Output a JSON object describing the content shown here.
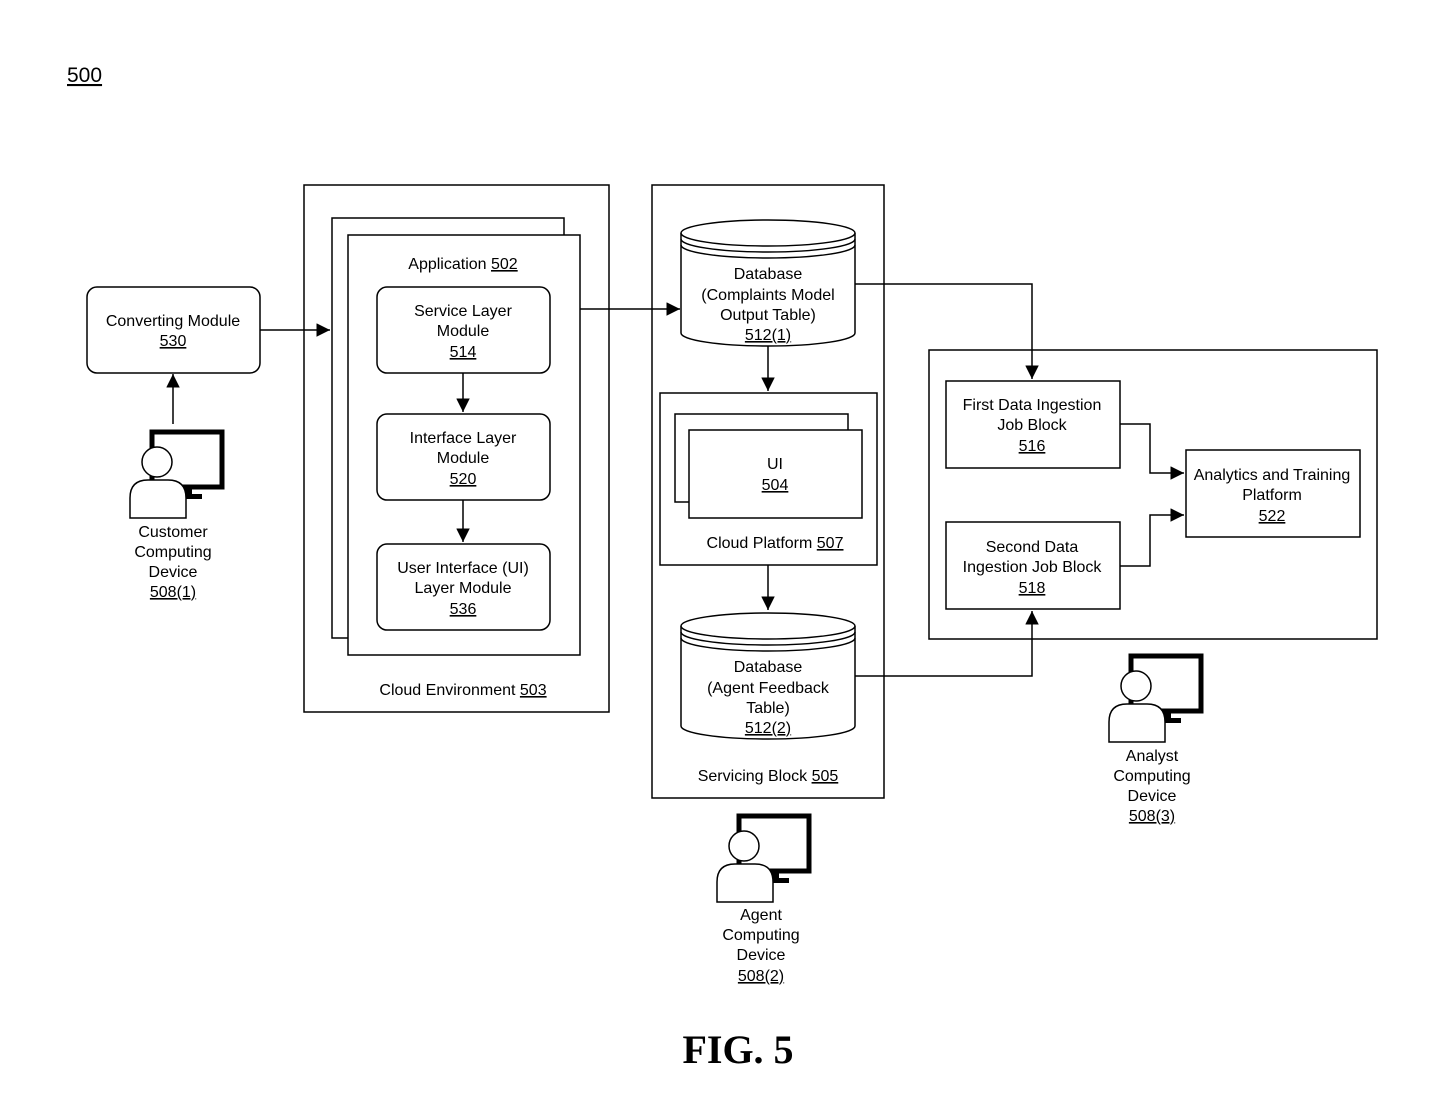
{
  "figure_ref": "500",
  "figure_caption": "FIG. 5",
  "converting_module": {
    "name": "Converting Module",
    "ref": "530"
  },
  "cloud_environment": {
    "name": "Cloud Environment ",
    "ref": "503"
  },
  "application": {
    "name": "Application ",
    "ref": "502"
  },
  "service_layer": {
    "line1": "Service Layer",
    "line2": "Module",
    "ref": "514"
  },
  "interface_layer": {
    "line1": "Interface Layer",
    "line2": "Module",
    "ref": "520"
  },
  "ui_layer": {
    "line1": "User Interface (UI)",
    "line2": "Layer Module",
    "ref": "536"
  },
  "servicing_block": {
    "name": "Servicing Block ",
    "ref": "505"
  },
  "db_complaints": {
    "line1": "Database",
    "line2": "(Complaints Model",
    "line3": "Output Table)",
    "ref": "512(1)"
  },
  "cloud_platform": {
    "name": "Cloud Platform ",
    "ref": "507"
  },
  "ui": {
    "name": "UI",
    "ref": "504"
  },
  "db_feedback": {
    "line1": "Database",
    "line2": "(Agent Feedback",
    "line3": "Table)",
    "ref": "512(2)"
  },
  "first_ingestion": {
    "line1": "First Data Ingestion",
    "line2": "Job Block",
    "ref": "516"
  },
  "second_ingestion": {
    "line1": "Second Data",
    "line2": "Ingestion Job Block",
    "ref": "518"
  },
  "analytics": {
    "line1": "Analytics and Training",
    "line2": "Platform",
    "ref": "522"
  },
  "customer_device": {
    "line1": "Customer",
    "line2": "Computing",
    "line3": "Device",
    "ref": "508(1)"
  },
  "agent_device": {
    "line1": "Agent",
    "line2": "Computing",
    "line3": "Device",
    "ref": "508(2)"
  },
  "analyst_device": {
    "line1": "Analyst",
    "line2": "Computing",
    "line3": "Device",
    "ref": "508(3)"
  }
}
